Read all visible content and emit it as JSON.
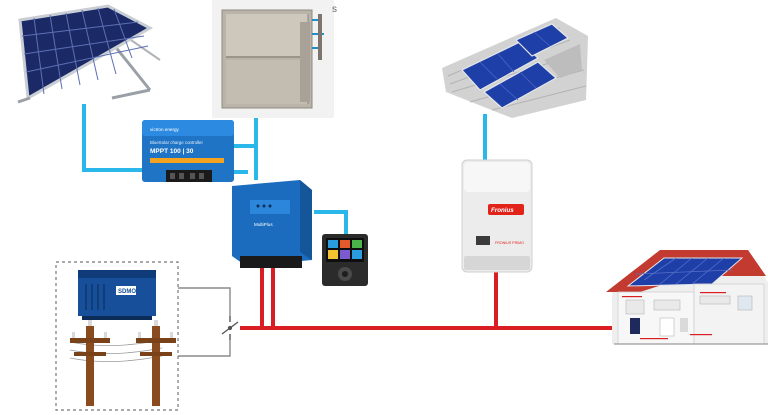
{
  "labels": {
    "corner_mark": "s",
    "mppt_brand": "victron energy",
    "mppt_title": "BlueSolar charge controller",
    "mppt_model": "MPPT 100 | 30",
    "inverter_brand": "Fronius",
    "inverter_model": "FRONIUS PRIMO",
    "generator_brand": "SDMO",
    "multiplus_model": "MultiPlus"
  },
  "colors": {
    "dc_line": "#2ab7ea",
    "ac_line": "#d81e22",
    "ground_line": "#7a7a7a",
    "victron_blue": "#1f74c6",
    "fronius_red": "#e2231a",
    "panel_blue": "#203a8c",
    "roof_red": "#c23a30"
  }
}
